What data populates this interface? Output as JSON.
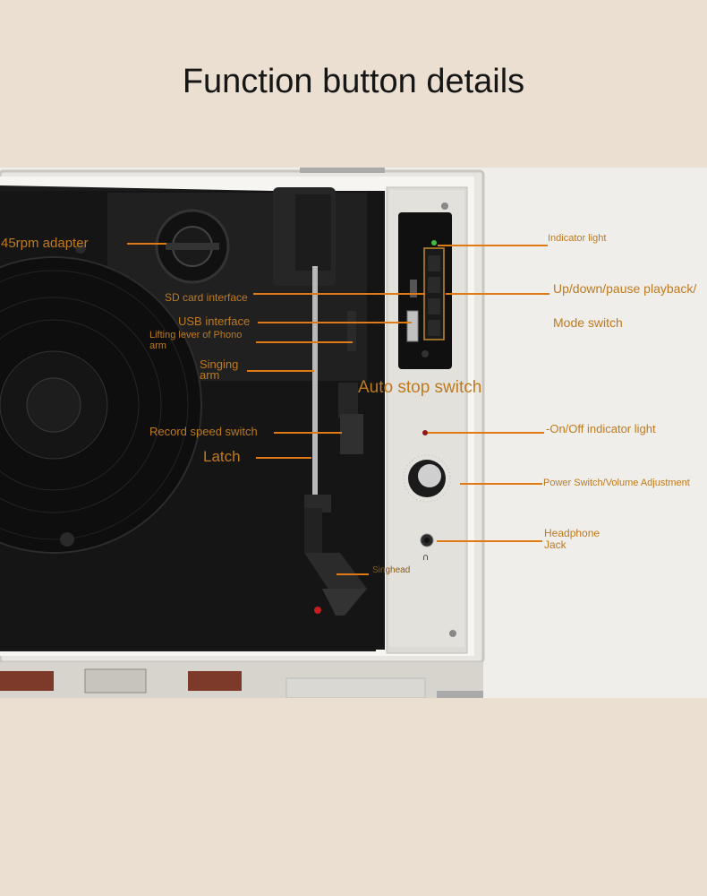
{
  "title": "Function button details",
  "labels": {
    "adapter45": "45rpm adapter",
    "sd_card": "SD card interface",
    "usb": "USB interface",
    "lifting_lever": "Lifting lever of Phono\narm",
    "singing_arm": "Singing\narm",
    "auto_stop": "Auto stop switch",
    "record_speed": "Record speed switch",
    "latch": "Latch",
    "singhead": "Singhead",
    "indicator_light": "Indicator light",
    "playback": "Up/down/pause playback/",
    "mode_switch": "Mode switch",
    "onoff_light": "-On/Off indicator light",
    "power_volume": "Power Switch/Volume Adjustment",
    "headphone": "Headphone\nJack"
  },
  "colors": {
    "label": "#bf7a1e",
    "leader": "#e07a14",
    "background": "#eadfd0"
  },
  "icons": [
    "headphone-icon",
    "volume-knob-icon",
    "usb-port-icon",
    "sd-slot-icon"
  ]
}
